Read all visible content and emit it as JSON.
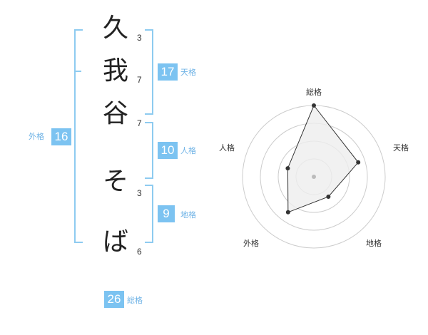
{
  "name_chars": [
    {
      "char": "久",
      "strokes": "3"
    },
    {
      "char": "我",
      "strokes": "7"
    },
    {
      "char": "谷",
      "strokes": "7"
    },
    {
      "char": "そ",
      "strokes": "3"
    },
    {
      "char": "ば",
      "strokes": "6"
    }
  ],
  "kakusu": {
    "tenkaku": {
      "value": "17",
      "label": "天格"
    },
    "jinkaku": {
      "value": "10",
      "label": "人格"
    },
    "chikaku": {
      "value": "9",
      "label": "地格"
    },
    "gaikaku": {
      "value": "16",
      "label": "外格"
    },
    "soukaku": {
      "value": "26",
      "label": "総格"
    }
  },
  "chart_data": {
    "type": "radar",
    "axes": [
      "総格",
      "天格",
      "地格",
      "外格",
      "人格"
    ],
    "values": [
      26,
      17,
      9,
      16,
      10
    ],
    "max": 26,
    "rings": 4,
    "colors": {
      "fill": "#eeeeee",
      "line": "#333333",
      "point": "#333333",
      "grid": "#cccccc",
      "center": "#bbbbbb"
    }
  }
}
